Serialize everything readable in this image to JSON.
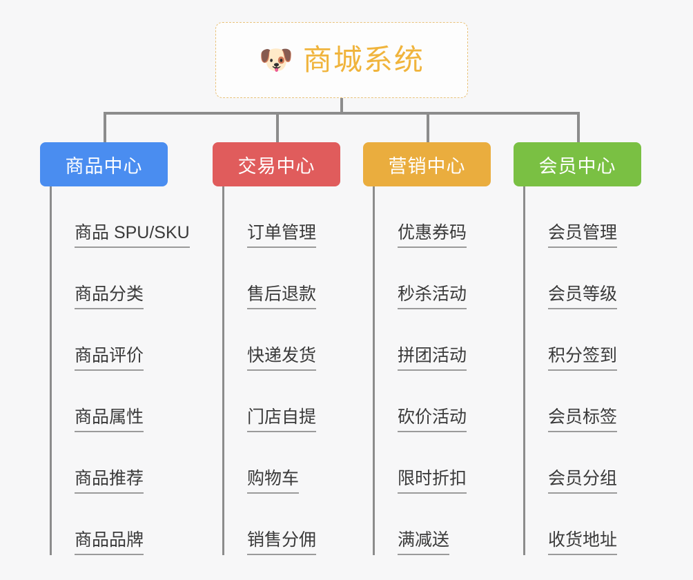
{
  "root": {
    "icon": "shiba-dog-face-icon",
    "emoji": "🐶",
    "title": "商城系统",
    "border_color": "#e9c27a",
    "text_color": "#f0b43c",
    "background": "#fdfdfd"
  },
  "canvas": {
    "background": "#f7f7f8",
    "connector_color": "#8c8c8c"
  },
  "columns": [
    {
      "id": "product-center",
      "title": "商品中心",
      "color": "#4a8df0",
      "items": [
        {
          "label": "商品 SPU/SKU"
        },
        {
          "label": "商品分类"
        },
        {
          "label": "商品评价"
        },
        {
          "label": "商品属性"
        },
        {
          "label": "商品推荐"
        },
        {
          "label": "商品品牌"
        }
      ]
    },
    {
      "id": "trade-center",
      "title": "交易中心",
      "color": "#e05c5c",
      "items": [
        {
          "label": "订单管理"
        },
        {
          "label": "售后退款"
        },
        {
          "label": "快递发货"
        },
        {
          "label": "门店自提"
        },
        {
          "label": "购物车"
        },
        {
          "label": "销售分佣"
        }
      ]
    },
    {
      "id": "marketing-center",
      "title": "营销中心",
      "color": "#eaad3e",
      "items": [
        {
          "label": "优惠券码"
        },
        {
          "label": "秒杀活动"
        },
        {
          "label": "拼团活动"
        },
        {
          "label": "砍价活动"
        },
        {
          "label": "限时折扣"
        },
        {
          "label": "满减送"
        }
      ]
    },
    {
      "id": "member-center",
      "title": "会员中心",
      "color": "#7ac043",
      "items": [
        {
          "label": "会员管理"
        },
        {
          "label": "会员等级"
        },
        {
          "label": "积分签到"
        },
        {
          "label": "会员标签"
        },
        {
          "label": "会员分组"
        },
        {
          "label": "收货地址"
        }
      ]
    }
  ]
}
